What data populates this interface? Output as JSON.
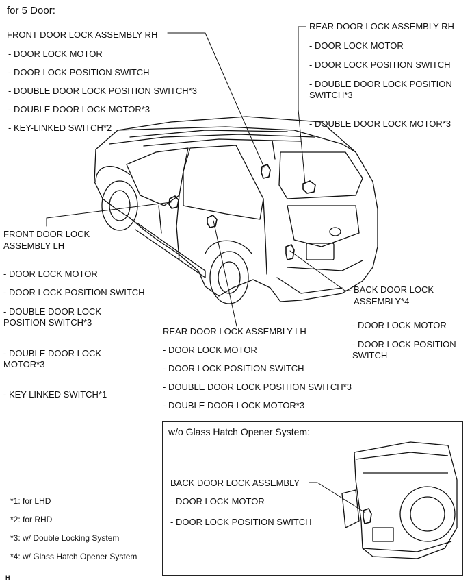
{
  "heading": "for 5 Door:",
  "front_rh": {
    "title": "FRONT DOOR LOCK ASSEMBLY RH",
    "items": [
      "- DOOR LOCK MOTOR",
      "- DOOR LOCK POSITION SWITCH",
      "- DOUBLE DOOR LOCK POSITION SWITCH*3",
      "- DOUBLE DOOR LOCK MOTOR*3",
      "- KEY-LINKED SWITCH*2"
    ]
  },
  "rear_rh": {
    "title": "REAR DOOR LOCK ASSEMBLY RH",
    "items": [
      "- DOOR LOCK MOTOR",
      "- DOOR LOCK POSITION SWITCH",
      "- DOUBLE DOOR LOCK POSITION\nSWITCH*3",
      "- DOUBLE DOOR LOCK MOTOR*3"
    ]
  },
  "front_lh": {
    "title": "FRONT DOOR LOCK\nASSEMBLY LH",
    "items": [
      "- DOOR LOCK MOTOR",
      "- DOOR LOCK POSITION SWITCH",
      "- DOUBLE DOOR LOCK\nPOSITION SWITCH*3",
      "- DOUBLE DOOR LOCK\nMOTOR*3",
      "- KEY-LINKED SWITCH*1"
    ]
  },
  "back_door": {
    "title": "BACK DOOR LOCK\nASSEMBLY*4",
    "items": [
      "- DOOR LOCK MOTOR",
      "- DOOR LOCK POSITION\nSWITCH"
    ]
  },
  "rear_lh": {
    "title": "REAR DOOR LOCK ASSEMBLY LH",
    "items": [
      "- DOOR LOCK MOTOR",
      "- DOOR LOCK POSITION SWITCH",
      "- DOUBLE DOOR LOCK POSITION SWITCH*3",
      "- DOUBLE DOOR LOCK MOTOR*3"
    ]
  },
  "inset": {
    "title": "w/o Glass Hatch Opener System:",
    "assembly": "BACK DOOR LOCK ASSEMBLY",
    "items": [
      "- DOOR LOCK MOTOR",
      "- DOOR LOCK POSITION SWITCH"
    ]
  },
  "footnotes": [
    "*1: for LHD",
    "*2: for RHD",
    "*3: w/ Double Locking System",
    "*4: w/ Glass Hatch Opener System"
  ],
  "figure_code": "H"
}
